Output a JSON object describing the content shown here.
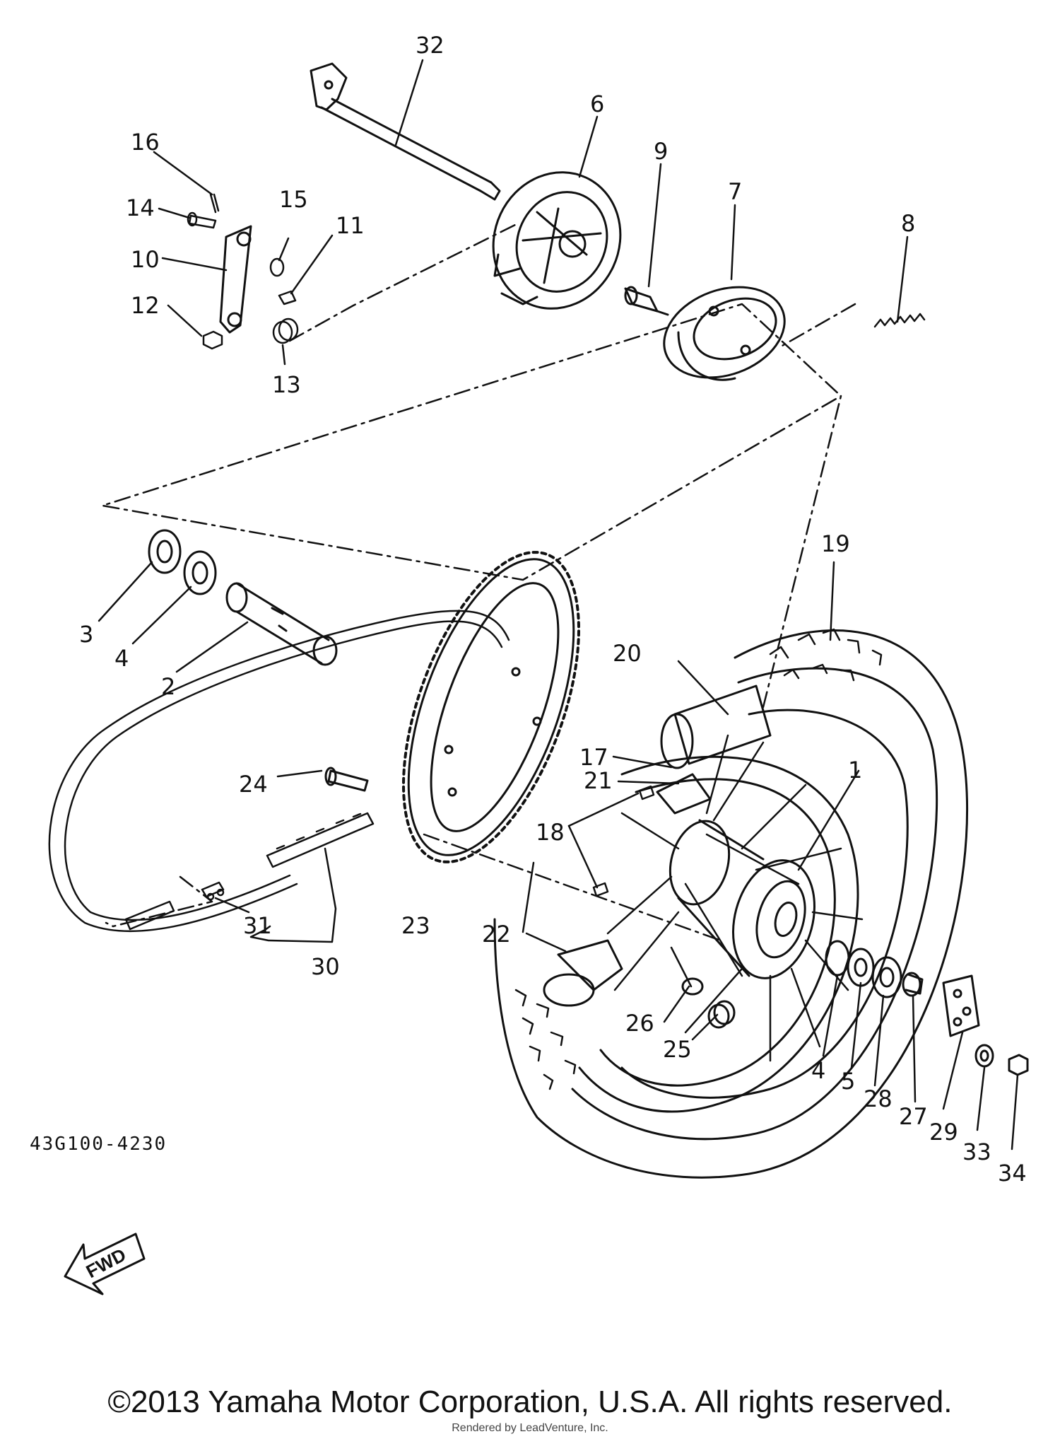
{
  "diagram": {
    "code": "43G100-4230",
    "fwd_label": "FWD",
    "callouts": [
      {
        "id": "1",
        "label": "1"
      },
      {
        "id": "2",
        "label": "2"
      },
      {
        "id": "3",
        "label": "3"
      },
      {
        "id": "4a",
        "label": "4"
      },
      {
        "id": "4b",
        "label": "4"
      },
      {
        "id": "5",
        "label": "5"
      },
      {
        "id": "6",
        "label": "6"
      },
      {
        "id": "7",
        "label": "7"
      },
      {
        "id": "8",
        "label": "8"
      },
      {
        "id": "9",
        "label": "9"
      },
      {
        "id": "10",
        "label": "10"
      },
      {
        "id": "11",
        "label": "11"
      },
      {
        "id": "12",
        "label": "12"
      },
      {
        "id": "13",
        "label": "13"
      },
      {
        "id": "14",
        "label": "14"
      },
      {
        "id": "15",
        "label": "15"
      },
      {
        "id": "16",
        "label": "16"
      },
      {
        "id": "17",
        "label": "17"
      },
      {
        "id": "18",
        "label": "18"
      },
      {
        "id": "19",
        "label": "19"
      },
      {
        "id": "20",
        "label": "20"
      },
      {
        "id": "21",
        "label": "21"
      },
      {
        "id": "22",
        "label": "22"
      },
      {
        "id": "23",
        "label": "23"
      },
      {
        "id": "24",
        "label": "24"
      },
      {
        "id": "25",
        "label": "25"
      },
      {
        "id": "26",
        "label": "26"
      },
      {
        "id": "27",
        "label": "27"
      },
      {
        "id": "28",
        "label": "28"
      },
      {
        "id": "29",
        "label": "29"
      },
      {
        "id": "30",
        "label": "30"
      },
      {
        "id": "31",
        "label": "31"
      },
      {
        "id": "32",
        "label": "32"
      },
      {
        "id": "33",
        "label": "33"
      },
      {
        "id": "34",
        "label": "34"
      }
    ]
  },
  "footer": {
    "copyright": "©2013 Yamaha Motor Corporation, U.S.A. All rights reserved.",
    "watermark": "Rendered by LeadVenture, Inc."
  }
}
